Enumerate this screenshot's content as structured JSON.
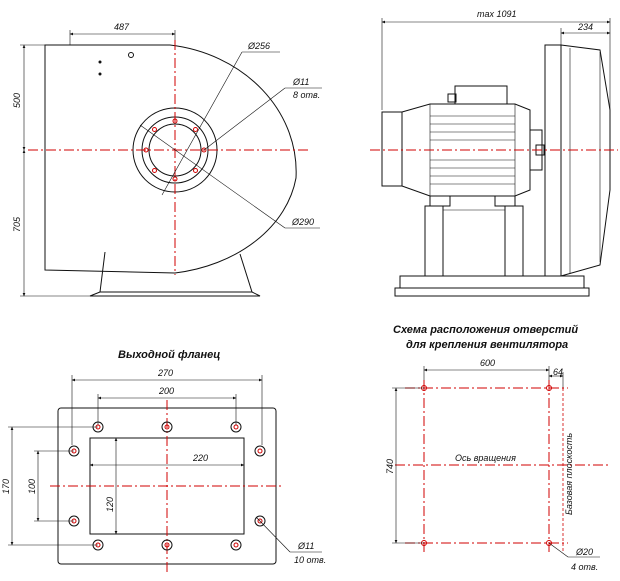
{
  "colors": {
    "axis": "#d10000",
    "line": "#111111",
    "background": "#ffffff"
  },
  "front_view": {
    "dim_487": "487",
    "dim_500": "500",
    "dim_705": "705",
    "dia_256": "Ø256",
    "dia_11": "Ø11",
    "holes_8": "8 отв.",
    "dia_290": "Ø290"
  },
  "side_view": {
    "dim_max": "max 1091",
    "dim_234": "234"
  },
  "flange": {
    "title": "Выходной фланец",
    "dim_270": "270",
    "dim_200": "200",
    "dim_220": "220",
    "dim_170": "170",
    "dim_100": "100",
    "dim_120": "120",
    "dia_11": "Ø11",
    "holes_10": "10 отв."
  },
  "mount": {
    "title_line1": "Схема расположения отверстий",
    "title_line2": "для крепления вентилятора",
    "dim_600": "600",
    "dim_64": "64",
    "dim_740": "740",
    "axis_label": "Ось вращения",
    "base_plane": "Базовая плоскость",
    "dia_20": "Ø20",
    "holes_4": "4 отв."
  }
}
